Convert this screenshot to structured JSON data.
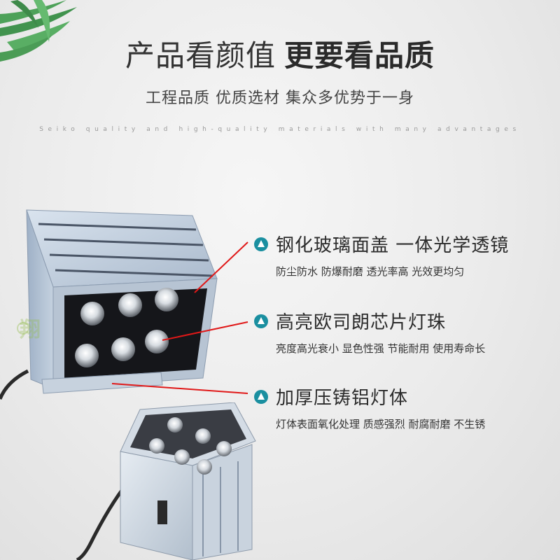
{
  "headline": {
    "normal": "产品看颜值",
    "bold": "更要看品质"
  },
  "subheadline": "工程品质 优质选材 集众多优势于一身",
  "tagline": "Seiko quality and high-quality materials with many advantages",
  "features": [
    {
      "title": "钢化玻璃面盖  一体光学透镜",
      "desc": "防尘防水  防爆耐磨  透光率高  光效更均匀"
    },
    {
      "title": "高亮欧司朗芯片灯珠",
      "desc": "亮度高光衰小  显色性强  节能耐用  使用寿命长"
    },
    {
      "title": "加厚压铸铝灯体",
      "desc": "灯体表面氧化处理  质感强烈  耐腐耐磨  不生锈"
    }
  ],
  "watermark": {
    "text": "翔"
  },
  "colors": {
    "accent": "#1a8fa0",
    "pointer": "#e01818",
    "text": "#333333"
  }
}
